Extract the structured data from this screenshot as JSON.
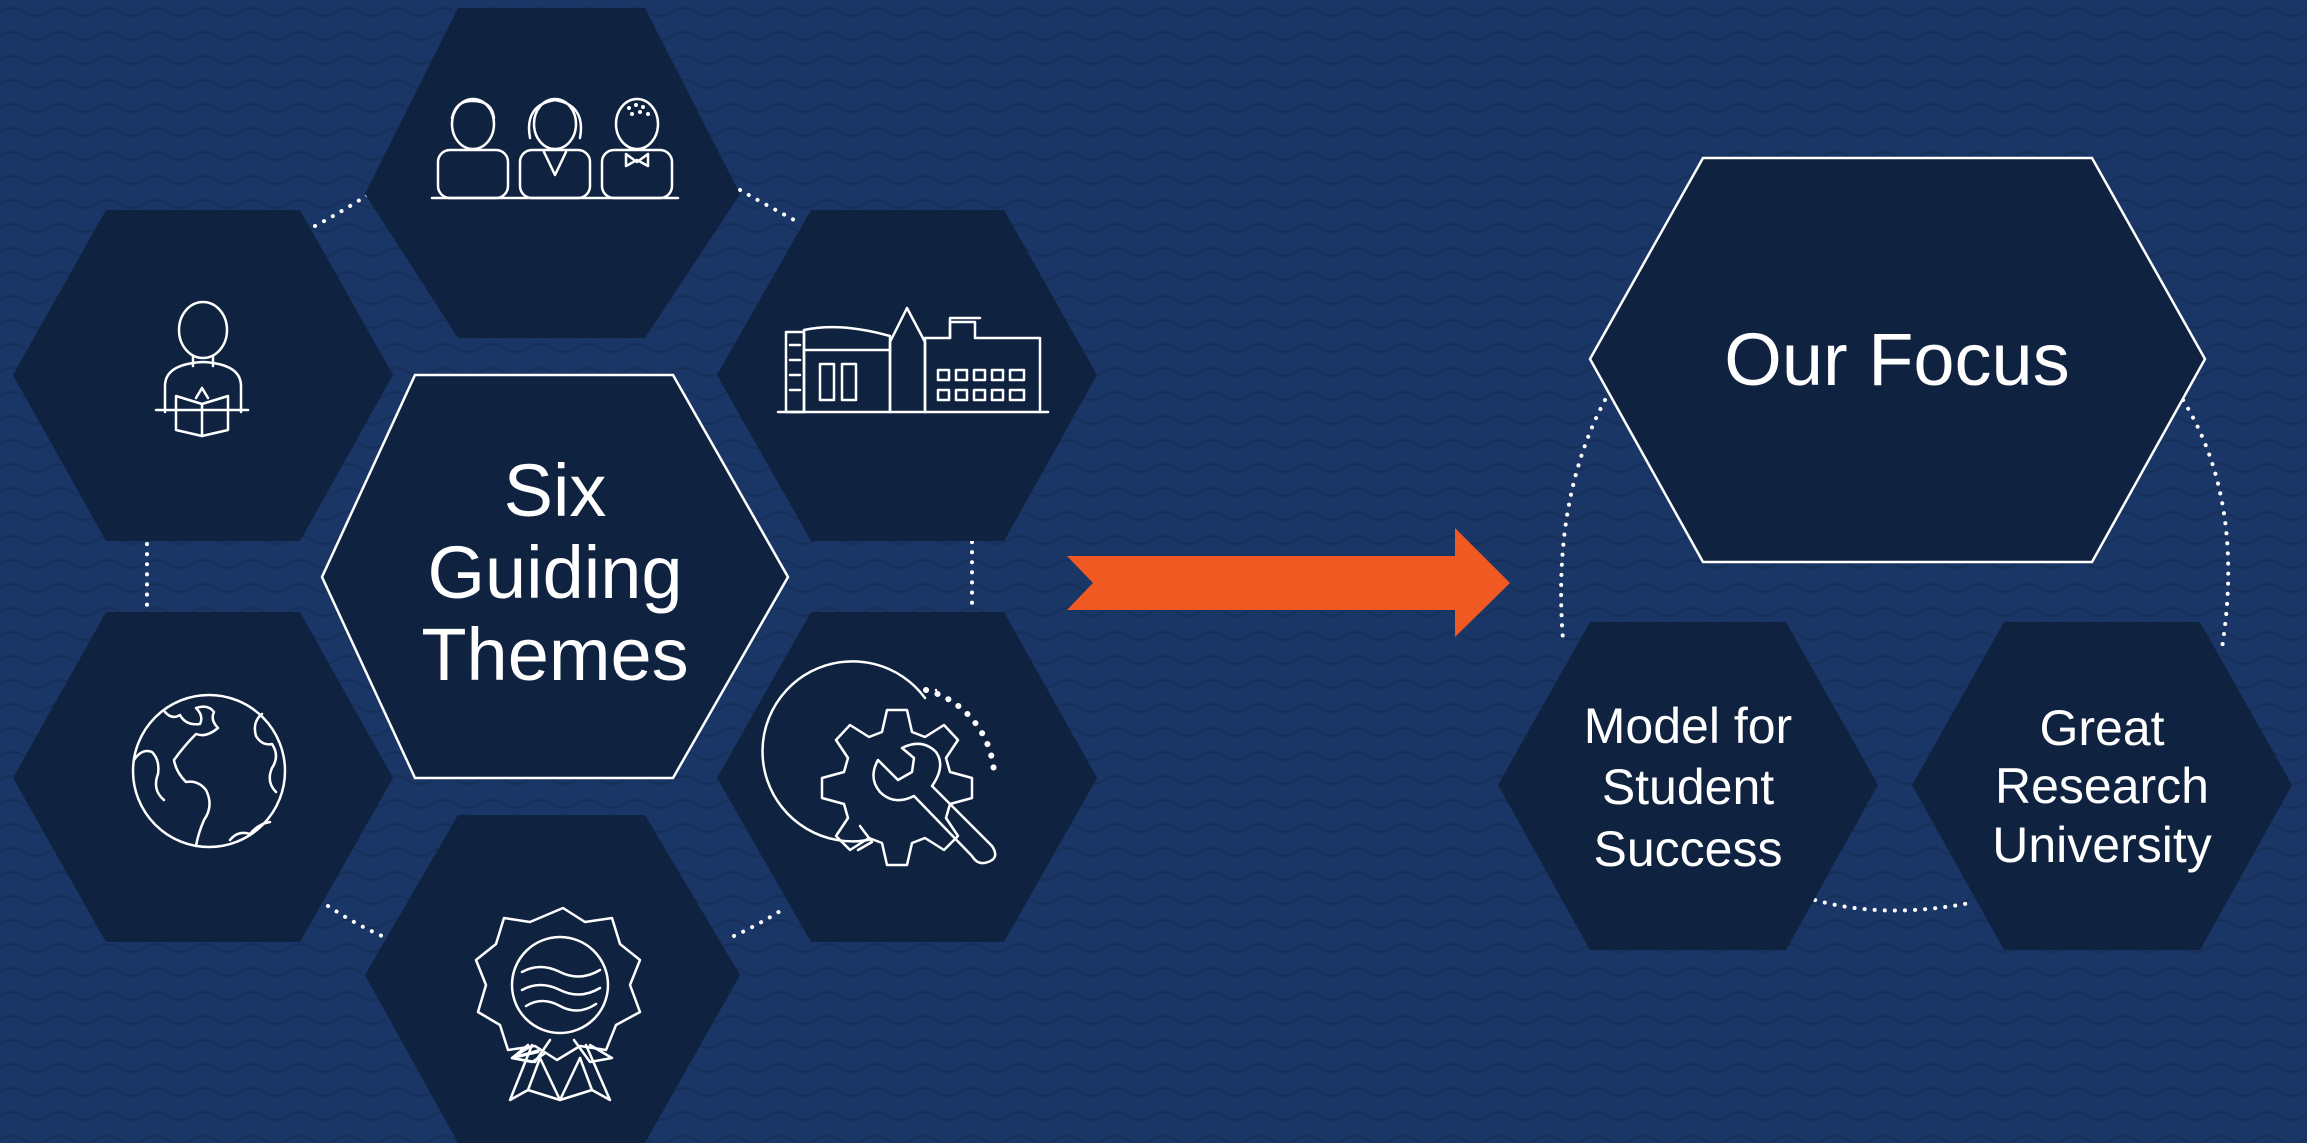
{
  "colors": {
    "background": "#1a3666",
    "hex_fill": "#0f2341",
    "outline": "#ffffff",
    "arrow": "#f05a22"
  },
  "left": {
    "center_title": [
      "Six",
      "Guiding",
      "Themes"
    ],
    "icons": [
      "people-icon",
      "building-icon",
      "gear-wrench-icon",
      "award-ribbon-icon",
      "globe-icon",
      "reader-icon"
    ]
  },
  "arrow_icon": "right-arrow-icon",
  "right": {
    "focus_title": "Our Focus",
    "left_lines": [
      "Model for",
      "Student",
      "Success"
    ],
    "right_lines": [
      "Great",
      "Research",
      "University"
    ]
  }
}
